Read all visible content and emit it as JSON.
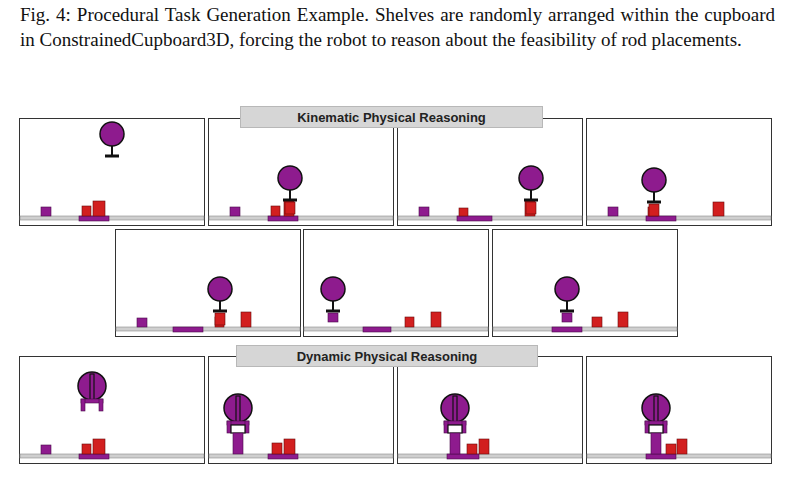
{
  "diagram": {
    "caption": "Fig. 4: Procedural Task Generation Example. Shelves are randomly arranged within the cupboard in ConstrainedCupboard3D, forcing the robot to reason about the feasibility of rod placements.",
    "nodes": [
      {
        "text": [
          "Kinematic Physical Reasoning"
        ]
      },
      {
        "text": [
          "Dynamic Physical Reasoning"
        ]
      }
    ]
  }
}
